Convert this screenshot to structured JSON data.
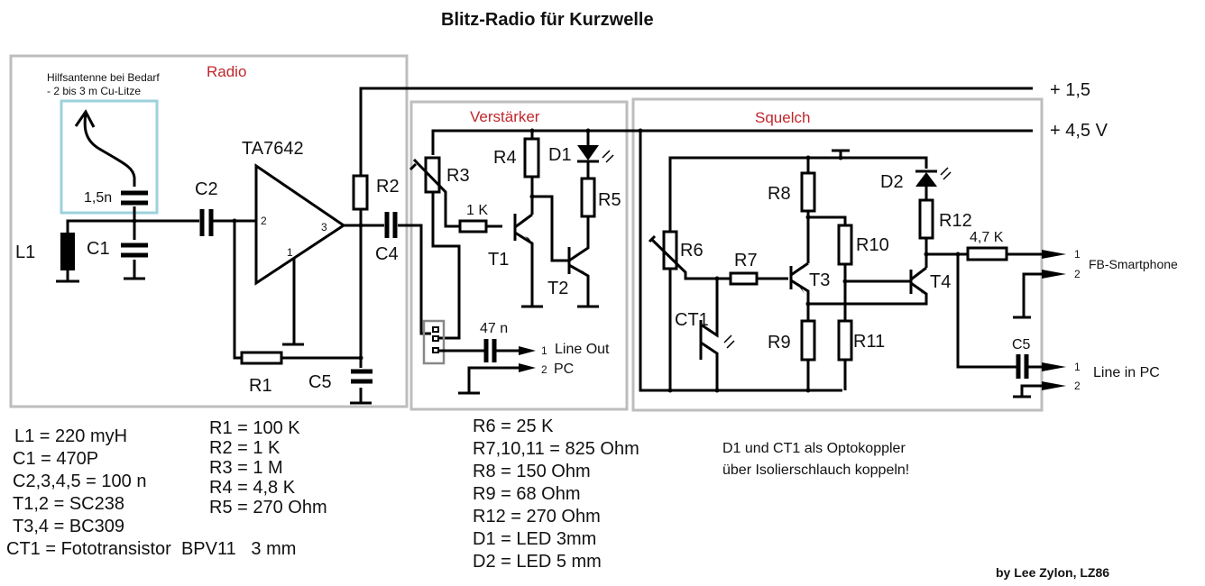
{
  "title": "Blitz-Radio für Kurzwelle",
  "sections": {
    "radio": "Radio",
    "amplifier": "Verstärker",
    "squelch": "Squelch"
  },
  "section_color": "#c0272d",
  "antenna_note": [
    "Hilfsantenne bei Bedarf",
    "- 2 bis 3 m Cu-Litze"
  ],
  "antenna_cap": "1,5n",
  "supply": {
    "v1": "+ 1,5",
    "v2": "+ 4,5 V"
  },
  "labels": {
    "L1": "L1",
    "C1": "C1",
    "C2": "C2",
    "C4": "C4",
    "C5": "C5",
    "C5b": "C5",
    "ic": "TA7642",
    "pin1": "1",
    "pin2": "2",
    "pin3": "3",
    "R1": "R1",
    "R2": "R2",
    "R3": "R3",
    "R4": "R4",
    "R5": "R5",
    "R6": "R6",
    "R7": "R7",
    "R8": "R8",
    "R9": "R9",
    "R10": "R10",
    "R11": "R11",
    "R12": "R12",
    "r1k": "1 K",
    "r47k": "4,7 K",
    "c47n": "47 n",
    "T1": "T1",
    "T2": "T2",
    "T3": "T3",
    "T4": "T4",
    "D1": "D1",
    "D2": "D2",
    "CT1": "CT1"
  },
  "outputs": {
    "line_out": {
      "pin1": "1",
      "pin2": "2",
      "label1": "Line Out",
      "label2": "PC"
    },
    "fb": {
      "pin1": "1",
      "pin2": "2",
      "label": "FB-Smartphone"
    },
    "line_in": {
      "pin1": "1",
      "pin2": "2",
      "label": "Line in PC"
    }
  },
  "parts_list": {
    "col1": [
      "L1 = 220 myH",
      "C1 = 470P",
      "C2,3,4,5 = 100 n",
      "T1,2 = SC238",
      "T3,4 = BC309",
      "CT1 = Fototransistor  BPV11   3 mm"
    ],
    "col2": [
      "R1 = 100 K",
      "R2 = 1 K",
      "R3 = 1 M",
      "R4 = 4,8 K",
      "R5 = 270 Ohm"
    ],
    "col3": [
      "R6 = 25 K",
      "R7,10,11 = 825 Ohm",
      "R8 = 150 Ohm",
      "R9 = 68 Ohm",
      "R12 = 270 Ohm",
      "D1 = LED 3mm",
      "D2 = LED 5 mm"
    ]
  },
  "note": [
    "D1 und CT1 als Optokoppler",
    "über Isolierschlauch koppeln!"
  ],
  "author": "by Lee Zylon, LZ86"
}
